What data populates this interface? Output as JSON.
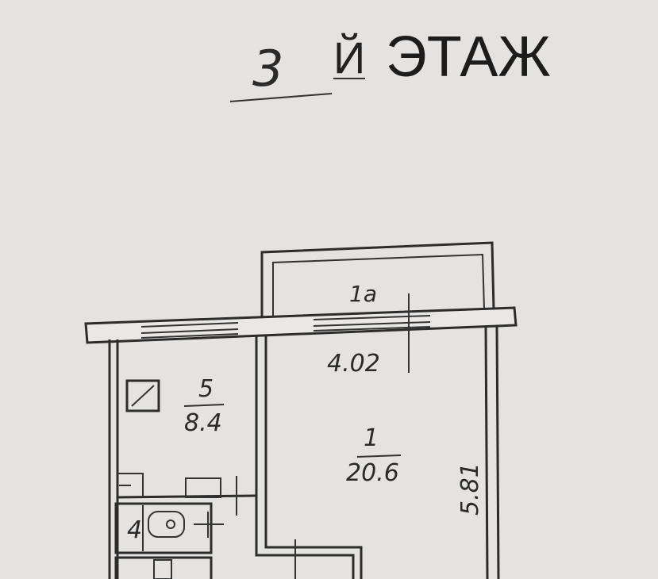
{
  "header": {
    "floor_number": "3",
    "suffix": "Й",
    "word": "ЭТАЖ"
  },
  "rooms": [
    {
      "number": "1а",
      "area": "4.02"
    },
    {
      "number": "5",
      "area": "8.4"
    },
    {
      "number": "1",
      "area": "20.6"
    },
    {
      "number": "4",
      "area": ""
    }
  ],
  "dimension": "5.81",
  "colors": {
    "paper": "#e4e3e1",
    "ink": "#2c2c2c"
  }
}
